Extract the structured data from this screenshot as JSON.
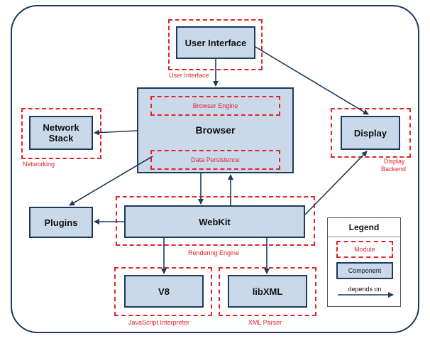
{
  "modules": {
    "user_interface": "User Interface",
    "networking": "Networking",
    "display_backend_line1": "Display",
    "display_backend_line2": "Backend",
    "browser_engine": "Browser Engine",
    "data_persistence": "Data Persistence",
    "rendering_engine": "Rendering Engine",
    "javascript_interpreter": "JavaScript Interpreter",
    "xml_parser": "XML Parser"
  },
  "components": {
    "user_interface": "User Interface",
    "browser": "Browser",
    "network_stack_line1": "Network",
    "network_stack_line2": "Stack",
    "display": "Display",
    "plugins": "Plugins",
    "webkit": "WebKit",
    "v8": "V8",
    "libxml": "libXML"
  },
  "legend": {
    "title": "Legend",
    "module": "Module",
    "component": "Component",
    "depends_on": "depends on"
  },
  "colors": {
    "module_border": "#e0252b",
    "component_fill": "#c9d9ea",
    "component_border": "#1f3a5a",
    "arrow": "#1f3a5a"
  }
}
